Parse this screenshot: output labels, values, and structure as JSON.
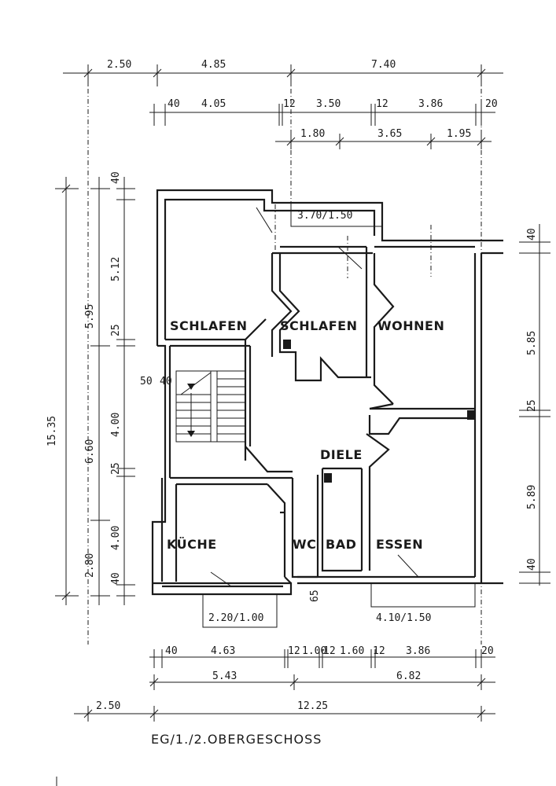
{
  "caption": "EG/1./2.OBERGESCHOSS",
  "rooms": {
    "schlafen_left": "SCHLAFEN",
    "schlafen_mid": "SCHLAFEN",
    "wohnen": "WOHNEN",
    "diele": "DIELE",
    "kueche": "KÜCHE",
    "wc": "WC",
    "bad": "BAD",
    "essen": "ESSEN"
  },
  "balconies": {
    "top": "3.70/1.50",
    "kitchen": "2.20/1.00",
    "essen": "4.10/1.50"
  },
  "dims_top": {
    "row1": [
      "2.50",
      "4.85",
      "7.40"
    ],
    "row2": [
      "40",
      "4.05",
      "12",
      "3.50",
      "12",
      "3.86",
      "20"
    ],
    "row3": [
      "1.80",
      "3.65",
      "1.95"
    ]
  },
  "dims_bottom": {
    "row1": [
      "40",
      "4.63",
      "12",
      "1.00",
      "12",
      "1.60",
      "12",
      "3.86",
      "20"
    ],
    "row2": [
      "5.43",
      "6.82"
    ],
    "row3": [
      "2.50",
      "12.25"
    ]
  },
  "dims_left": {
    "total": "15.35",
    "col2": [
      "5.95",
      "6.60",
      "2.80"
    ],
    "col3": [
      "40",
      "5.12",
      "25",
      "4.00",
      "25",
      "4.00",
      "40"
    ],
    "stair": [
      "50",
      "40"
    ]
  },
  "dims_right": [
    "40",
    "5.85",
    "25",
    "5.89",
    "40"
  ],
  "dims_misc": {
    "bad_door": "65"
  }
}
